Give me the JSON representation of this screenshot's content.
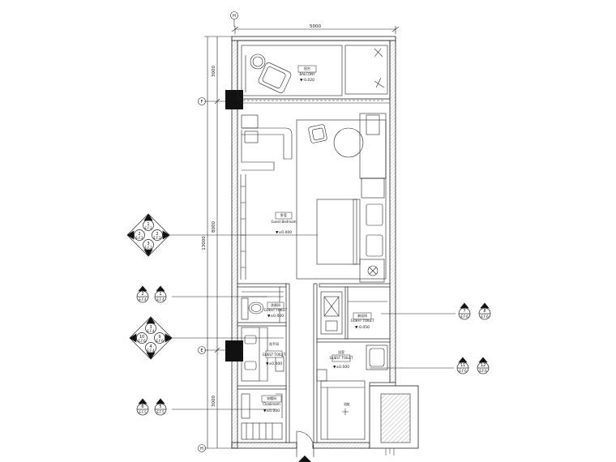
{
  "axes": {
    "top": "H",
    "grid_1": "F",
    "grid_2": "E",
    "bottom": "H"
  },
  "dimensions": {
    "width": "5000",
    "total": "13000",
    "top": "3000",
    "middle": "8000",
    "bottom": "3000"
  },
  "rooms": {
    "balcony": {
      "cn": "阳台",
      "en": "BALCONY",
      "level": "▼-0.020"
    },
    "bedroom": {
      "cn": "卧室",
      "en": "Guest Bedroom",
      "level": "▼±0.000"
    },
    "wc": {
      "cn": "洗厕间",
      "en": "GUEST TOILET",
      "level": "▼±0.000"
    },
    "vanity": {
      "cn": "洗手间",
      "en": "GUEST TOILET",
      "level": "▼±0.000"
    },
    "closet": {
      "cn": "衣帽间",
      "en": "Cloakroom",
      "level": "▼±0.000"
    },
    "shower": {
      "cn": "淋浴间",
      "en": "GUEST TOILET",
      "level": "▼-0.050"
    },
    "bath": {
      "cn": "浴室",
      "en": "GUEST TOILET",
      "level": "▼±0.000"
    },
    "tub": {
      "cn": "浴缸"
    }
  },
  "tags": {
    "t1": {
      "c": "1",
      "l": "2",
      "r": "2",
      "b": "3",
      "s": "E.F.2"
    },
    "t2": {
      "l": "2",
      "r": "1",
      "s": "E.F.4"
    },
    "t3": {
      "c": "3",
      "l": "10",
      "r": "9",
      "b": "4",
      "s": "E.F.4",
      "s2": "E.F.6"
    },
    "t4": {
      "l": "6",
      "r": "5",
      "s": "E.F.5"
    },
    "t5": {
      "l": "7",
      "r": "8",
      "s": "E.F.6"
    },
    "t6": {
      "l": "11",
      "r": "12",
      "s": "E.F.6"
    }
  }
}
